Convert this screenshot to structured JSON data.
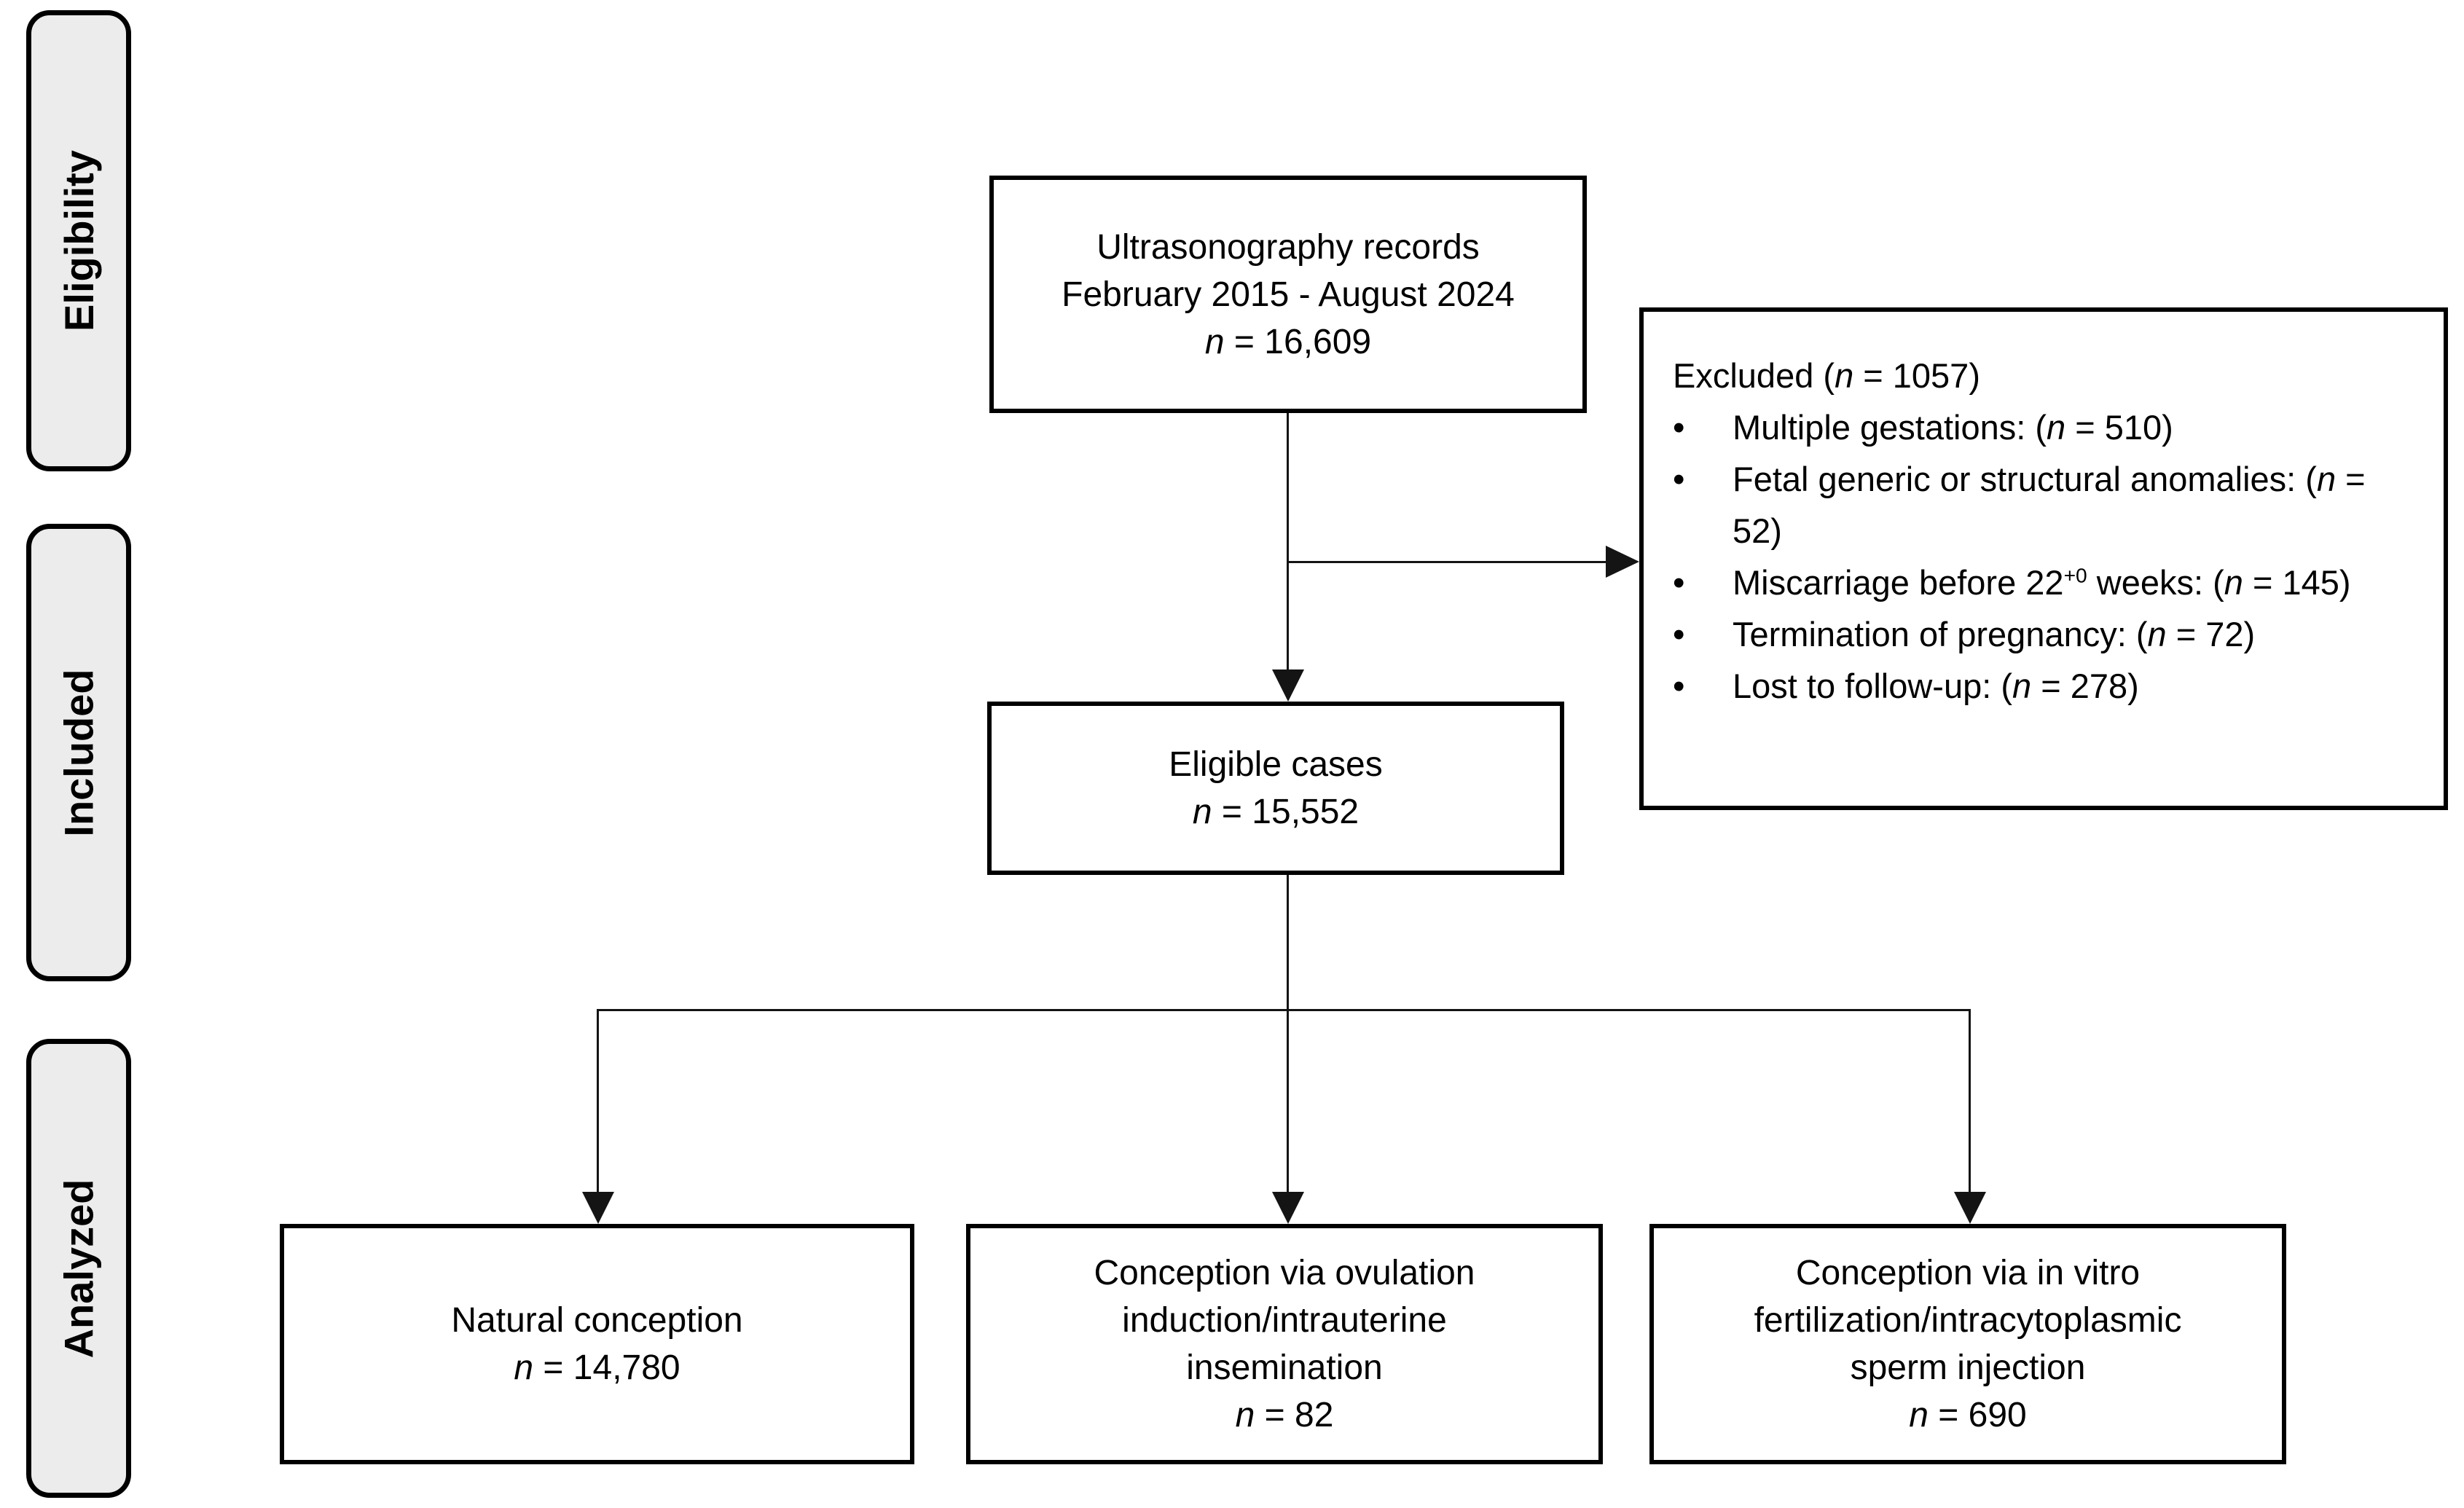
{
  "bullet_char": "•",
  "colors": {
    "background": "#ffffff",
    "box_fill": "#ffffff",
    "stage_fill": "#ececec",
    "border": "#000000",
    "line": "#141414",
    "text": "#000000"
  },
  "stages": [
    {
      "label": "Eligibility"
    },
    {
      "label": "Included"
    },
    {
      "label": "Analyzed"
    }
  ],
  "boxes": {
    "records": {
      "lines": [
        "Ultrasonography records",
        "February 2015 -  August 2024"
      ],
      "n_line": "n = 16,609"
    },
    "excluded": {
      "title": "Excluded (n = 1057)",
      "items": [
        "Multiple gestations: (n = 510)",
        "Fetal generic or structural anomalies: (n = 52)",
        "Miscarriage before 22^{+0} weeks: (n = 145)",
        "Termination of pregnancy: (n = 72)",
        "Lost to follow-up: (n = 278)"
      ]
    },
    "eligible": {
      "lines": [
        "Eligible cases"
      ],
      "n_line": "n = 15,552"
    },
    "natural": {
      "lines": [
        "Natural conception"
      ],
      "n_line": "n = 14,780"
    },
    "ovulation_iui": {
      "lines": [
        "Conception via ovulation",
        "induction/intrauterine",
        "insemination"
      ],
      "n_line": "n = 82"
    },
    "ivf_icsi": {
      "lines": [
        "Conception via in vitro",
        "fertilization/intracytoplasmic",
        "sperm injection"
      ],
      "n_line": "n = 690"
    }
  }
}
